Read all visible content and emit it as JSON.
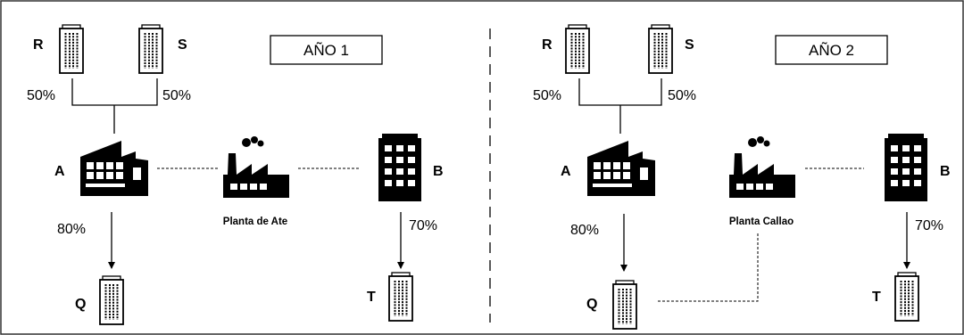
{
  "panels": [
    {
      "year_label": "AÑO 1",
      "entities": {
        "R": "R",
        "S": "S",
        "A": "A",
        "B": "B",
        "Q": "Q",
        "T": "T"
      },
      "pct_r": "50%",
      "pct_s": "50%",
      "pct_aq": "80%",
      "pct_bt": "70%",
      "plant_label": "Planta de Ate"
    },
    {
      "year_label": "AÑO 2",
      "entities": {
        "R": "R",
        "S": "S",
        "A": "A",
        "B": "B",
        "Q": "Q",
        "T": "T"
      },
      "pct_r": "50%",
      "pct_s": "50%",
      "pct_aq": "80%",
      "pct_bt": "70%",
      "plant_label": "Planta Callao"
    }
  ],
  "icons": {
    "office_building": "office-building-icon",
    "factory": "factory-icon",
    "tower": "tower-building-icon"
  },
  "colors": {
    "ink": "#000000",
    "frame": "#333333",
    "background": "#ffffff"
  }
}
